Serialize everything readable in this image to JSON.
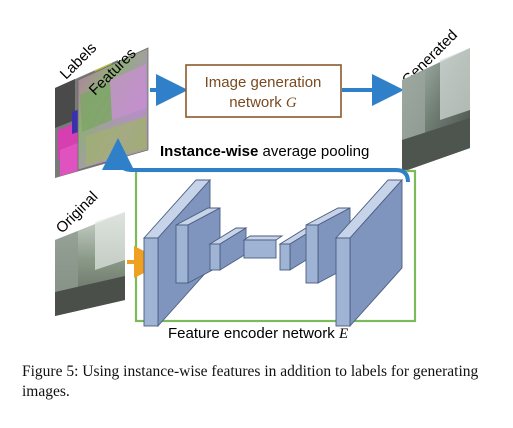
{
  "diagram": {
    "labels_tag": "Labels",
    "features_tag": "Features",
    "generated_tag": "Generated",
    "original_tag": "Original",
    "generator_box": {
      "line1": "Image generation",
      "line2_prefix": "network ",
      "line2_symbol": "G"
    },
    "pooling": {
      "bold": "Instance-wise",
      "rest": " average pooling"
    },
    "encoder": {
      "prefix": "Feature encoder network ",
      "symbol": "E"
    },
    "colors": {
      "generator_border": "#8b5a2b",
      "encoder_border": "#7cbb5a",
      "arrow_blue": "#2f80c8",
      "arrow_orange": "#f0a020",
      "layer_fill": "#9fb3d4",
      "layer_stroke": "#4a5d80"
    }
  },
  "caption": "Figure 5: Using instance-wise features in addition to labels for generating images."
}
